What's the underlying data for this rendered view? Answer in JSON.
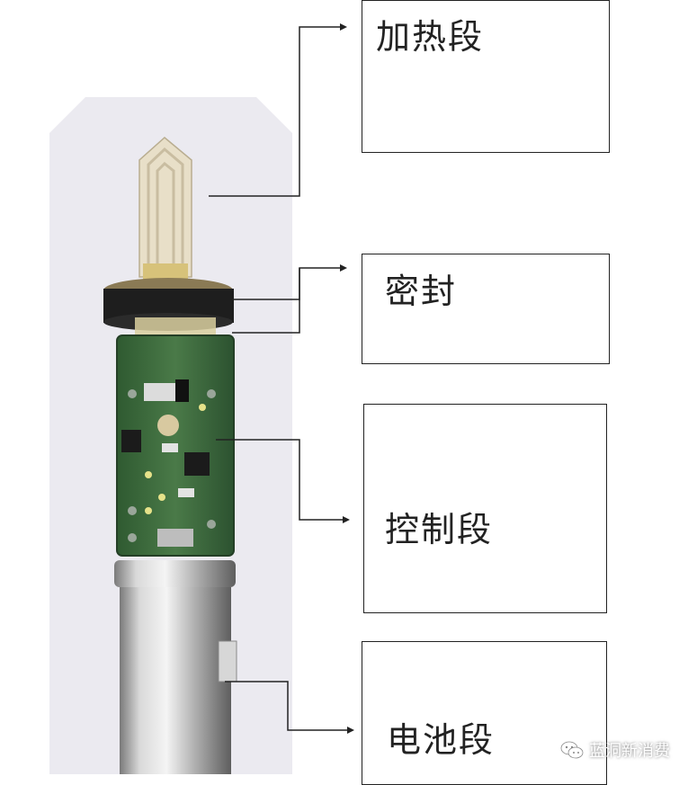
{
  "labels": {
    "heating": "加热段",
    "seal": "密封",
    "control": "控制段",
    "battery": "电池段"
  },
  "watermark": {
    "icon": "wechat-icon",
    "text": "蓝洞新消费"
  },
  "colors": {
    "pcb": "#3f6b3f",
    "seal_ring": "#1e1e1e",
    "battery_metal": "#c9c9c9",
    "heating_blade": "#e6dcc4",
    "line": "#222222"
  }
}
